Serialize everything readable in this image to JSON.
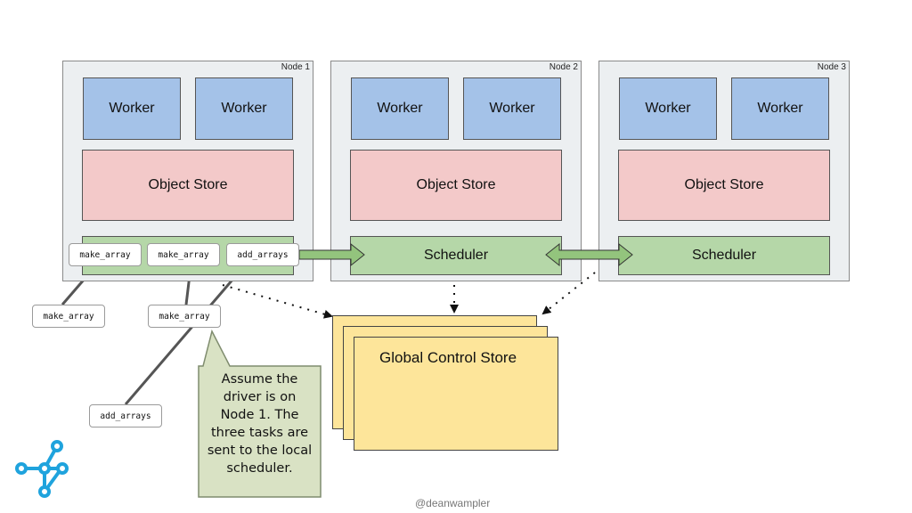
{
  "nodes": [
    {
      "label": "Node 1",
      "workers": [
        "Worker",
        "Worker"
      ],
      "object_store": "Object Store",
      "scheduler": ""
    },
    {
      "label": "Node 2",
      "workers": [
        "Worker",
        "Worker"
      ],
      "object_store": "Object Store",
      "scheduler": "Scheduler"
    },
    {
      "label": "Node 3",
      "workers": [
        "Worker",
        "Worker"
      ],
      "object_store": "Object Store",
      "scheduler": "Scheduler"
    }
  ],
  "queued_tasks": [
    "make_array",
    "make_array",
    "add_arrays"
  ],
  "incoming_tasks": [
    "make_array",
    "make_array",
    "add_arrays"
  ],
  "global_control_store": "Global Control Store",
  "callout": {
    "lines": [
      "Assume the",
      "driver is on",
      "Node 1. The",
      "three tasks are",
      "sent to the local",
      "scheduler."
    ]
  },
  "credit": "@deanwampler",
  "colors": {
    "node_bg": "#eceff1",
    "worker": "#a4c2e8",
    "object_store": "#f3c9c9",
    "scheduler": "#b5d7a8",
    "gcs": "#fde59a",
    "callout": "#d9e2c4",
    "logo": "#1fa3dd"
  }
}
